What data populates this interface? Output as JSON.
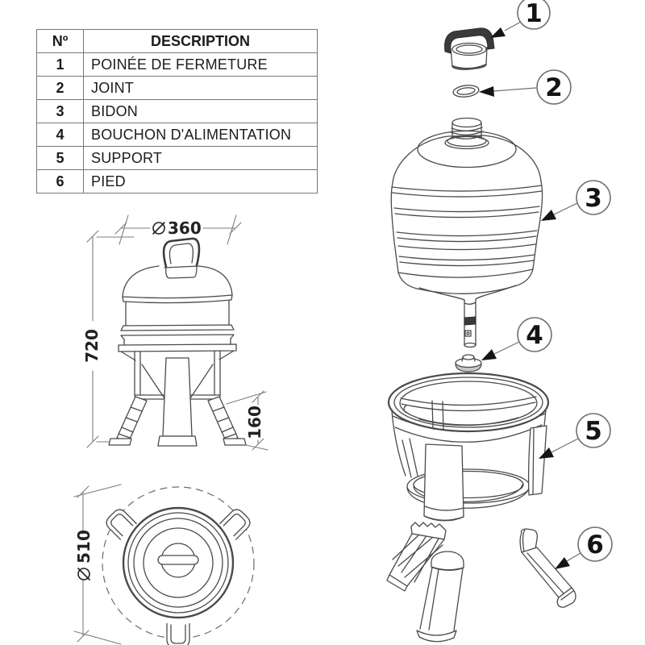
{
  "page": {
    "background": "#ffffff"
  },
  "parts_table": {
    "headers": {
      "number": "Nº",
      "description": "DESCRIPTION"
    },
    "rows": [
      {
        "number": "1",
        "description": "POINÉE DE FERMETURE"
      },
      {
        "number": "2",
        "description": "JOINT"
      },
      {
        "number": "3",
        "description": "BIDON"
      },
      {
        "number": "4",
        "description": "BOUCHON D'ALIMENTATION"
      },
      {
        "number": "5",
        "description": "SUPPORT"
      },
      {
        "number": "6",
        "description": "PIED"
      }
    ]
  },
  "dimensions": {
    "top_diameter": {
      "symbol": "⌀",
      "value": "360"
    },
    "overall_height": {
      "value": "720"
    },
    "support_height": {
      "value": "160"
    },
    "base_diameter": {
      "symbol": "⌀",
      "value": "510"
    }
  },
  "balloons": {
    "b1": "1",
    "b2": "2",
    "b3": "3",
    "b4": "4",
    "b5": "5",
    "b6": "6"
  },
  "icons": {
    "diameter_symbol": "slashed-circle"
  },
  "colors": {
    "line": "#4a4a4a",
    "dim_line": "#7d7d7d",
    "text": "#1f1f1f",
    "dark_fill": "#3a3a3a",
    "background": "#ffffff"
  }
}
